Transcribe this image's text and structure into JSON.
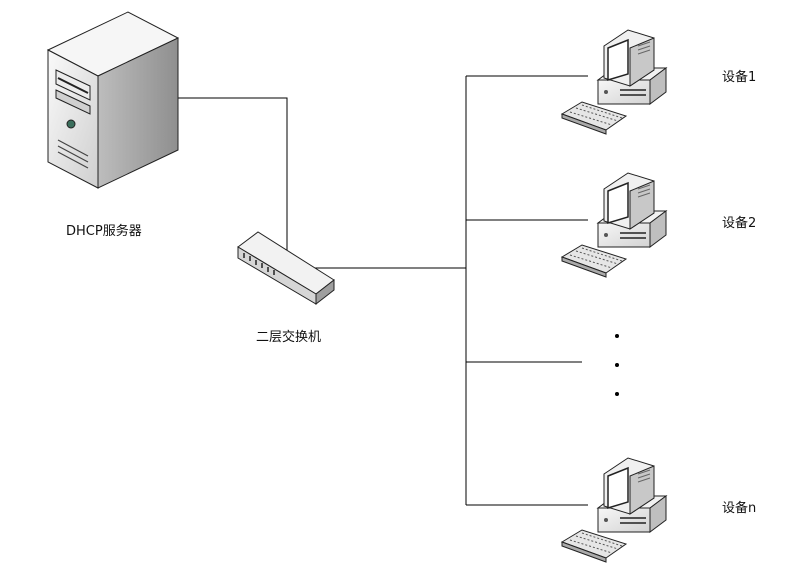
{
  "nodes": {
    "server": {
      "label": "DHCP服务器"
    },
    "switch": {
      "label": "二层交换机"
    },
    "devices": [
      {
        "label": "设备1"
      },
      {
        "label": "设备2"
      },
      {
        "label": "设备n"
      }
    ]
  },
  "ellipsis": "...",
  "colors": {
    "line": "#000000",
    "device_body": "#e9e9e9",
    "device_shadow": "#b9b9b9",
    "screen": "#ffffff"
  }
}
